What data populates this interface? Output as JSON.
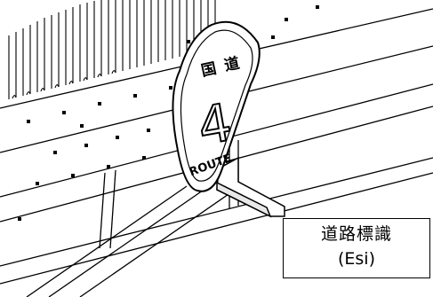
{
  "sign": {
    "kanji_top": "国",
    "kanji_second": "道",
    "route_number": "4",
    "route_word": "ROUTE"
  },
  "callout": {
    "line1": "道路標識",
    "line2": "(Esi)"
  }
}
